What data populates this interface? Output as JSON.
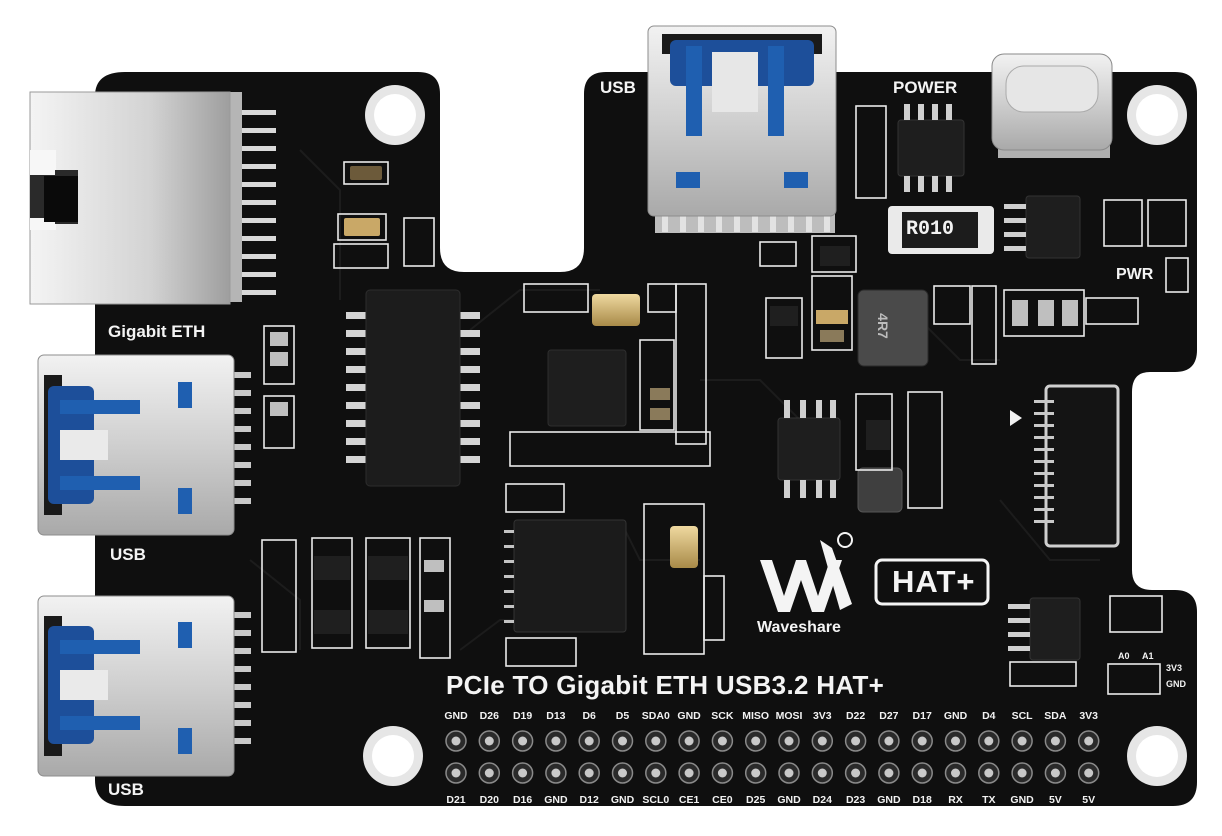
{
  "board": {
    "title": "PCIe TO Gigabit ETH USB3.2 HAT+",
    "brand": "Waveshare",
    "badge": "HAT+",
    "labels": {
      "usb_top": "USB",
      "power": "POWER",
      "pwr": "PWR",
      "gigabit_eth": "Gigabit ETH",
      "usb_left_1": "USB",
      "usb_left_2": "USB",
      "resistor": "R010",
      "inductor": "4R7",
      "a0": "A0",
      "a1": "A1",
      "v3v3": "3V3",
      "gnd": "GND"
    },
    "gpio_top": [
      "GND",
      "D26",
      "D19",
      "D13",
      "D6",
      "D5",
      "SDA0",
      "GND",
      "SCK",
      "MISO",
      "MOSI",
      "3V3",
      "D22",
      "D27",
      "D17",
      "GND",
      "D4",
      "SCL",
      "SDA",
      "3V3"
    ],
    "gpio_bottom": [
      "D21",
      "D20",
      "D16",
      "GND",
      "D12",
      "GND",
      "SCL0",
      "CE1",
      "CE0",
      "D25",
      "GND",
      "D24",
      "D23",
      "GND",
      "D18",
      "RX",
      "TX",
      "GND",
      "5V",
      "5V"
    ],
    "colors": {
      "pcb": "#101010",
      "silkscreen": "#f4f4f4",
      "metal": "#d6d6d6",
      "usb_blue": "#1f5fb0",
      "gold": "#c9a867"
    }
  }
}
